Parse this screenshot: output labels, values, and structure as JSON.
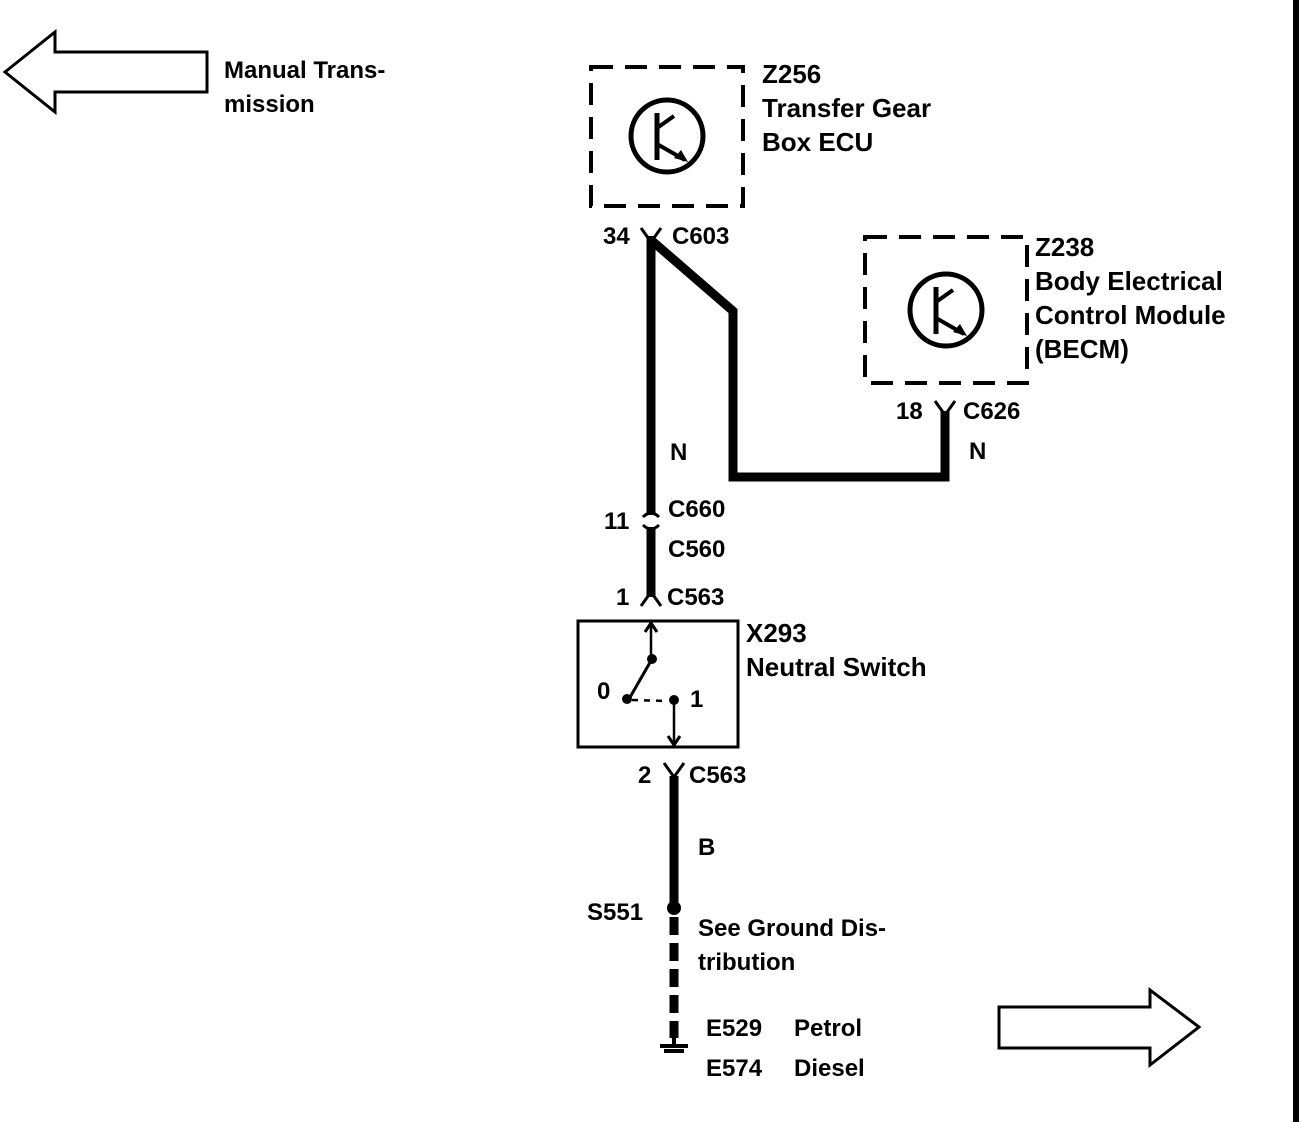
{
  "nav": {
    "left_arrow_label": [
      "Manual Trans-",
      "mission"
    ],
    "right_arrow_label": ""
  },
  "components": {
    "z256": {
      "id": "Z256",
      "name_lines": [
        "Transfer Gear",
        "Box ECU"
      ]
    },
    "z238": {
      "id": "Z238",
      "name_lines": [
        "Body Electrical",
        "Control Module",
        "(BECM)"
      ]
    },
    "x293": {
      "id": "X293",
      "name": "Neutral Switch",
      "pos0": "0",
      "pos1": "1"
    }
  },
  "connectors": {
    "c603": {
      "pin": "34",
      "name": "C603"
    },
    "c626": {
      "pin": "18",
      "name": "C626"
    },
    "c660": {
      "pin": "11",
      "name": "C660"
    },
    "c560": {
      "name": "C560"
    },
    "c563_top": {
      "pin": "1",
      "name": "C563"
    },
    "c563_bottom": {
      "pin": "2",
      "name": "C563"
    }
  },
  "wires": {
    "left_color": "N",
    "right_color": "N",
    "ground_color": "B"
  },
  "splice": {
    "id": "S551"
  },
  "ground_note": [
    "See Ground Dis-",
    "tribution"
  ],
  "grounds": [
    {
      "id": "E529",
      "variant": "Petrol"
    },
    {
      "id": "E574",
      "variant": "Diesel"
    }
  ],
  "colors": {
    "line": "#000000",
    "background": "#ffffff"
  }
}
